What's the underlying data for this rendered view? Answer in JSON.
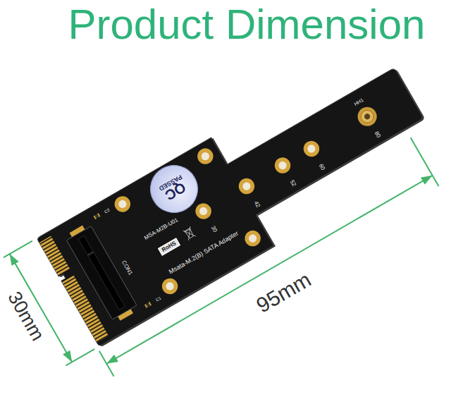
{
  "diagram": {
    "title": "Product Dimension",
    "nodes": [
      {
        "text": [
          "QC",
          "PASSED"
        ]
      },
      {
        "text": [
          "RoHS"
        ]
      }
    ],
    "labels": [
      "30mm",
      "95mm",
      "HH1",
      "80",
      "60",
      "52",
      "42",
      "30",
      "MSA-M2B-U01",
      "CON1",
      "C2",
      "C1",
      "Msata-M.2(B) SATA Adapter"
    ]
  }
}
